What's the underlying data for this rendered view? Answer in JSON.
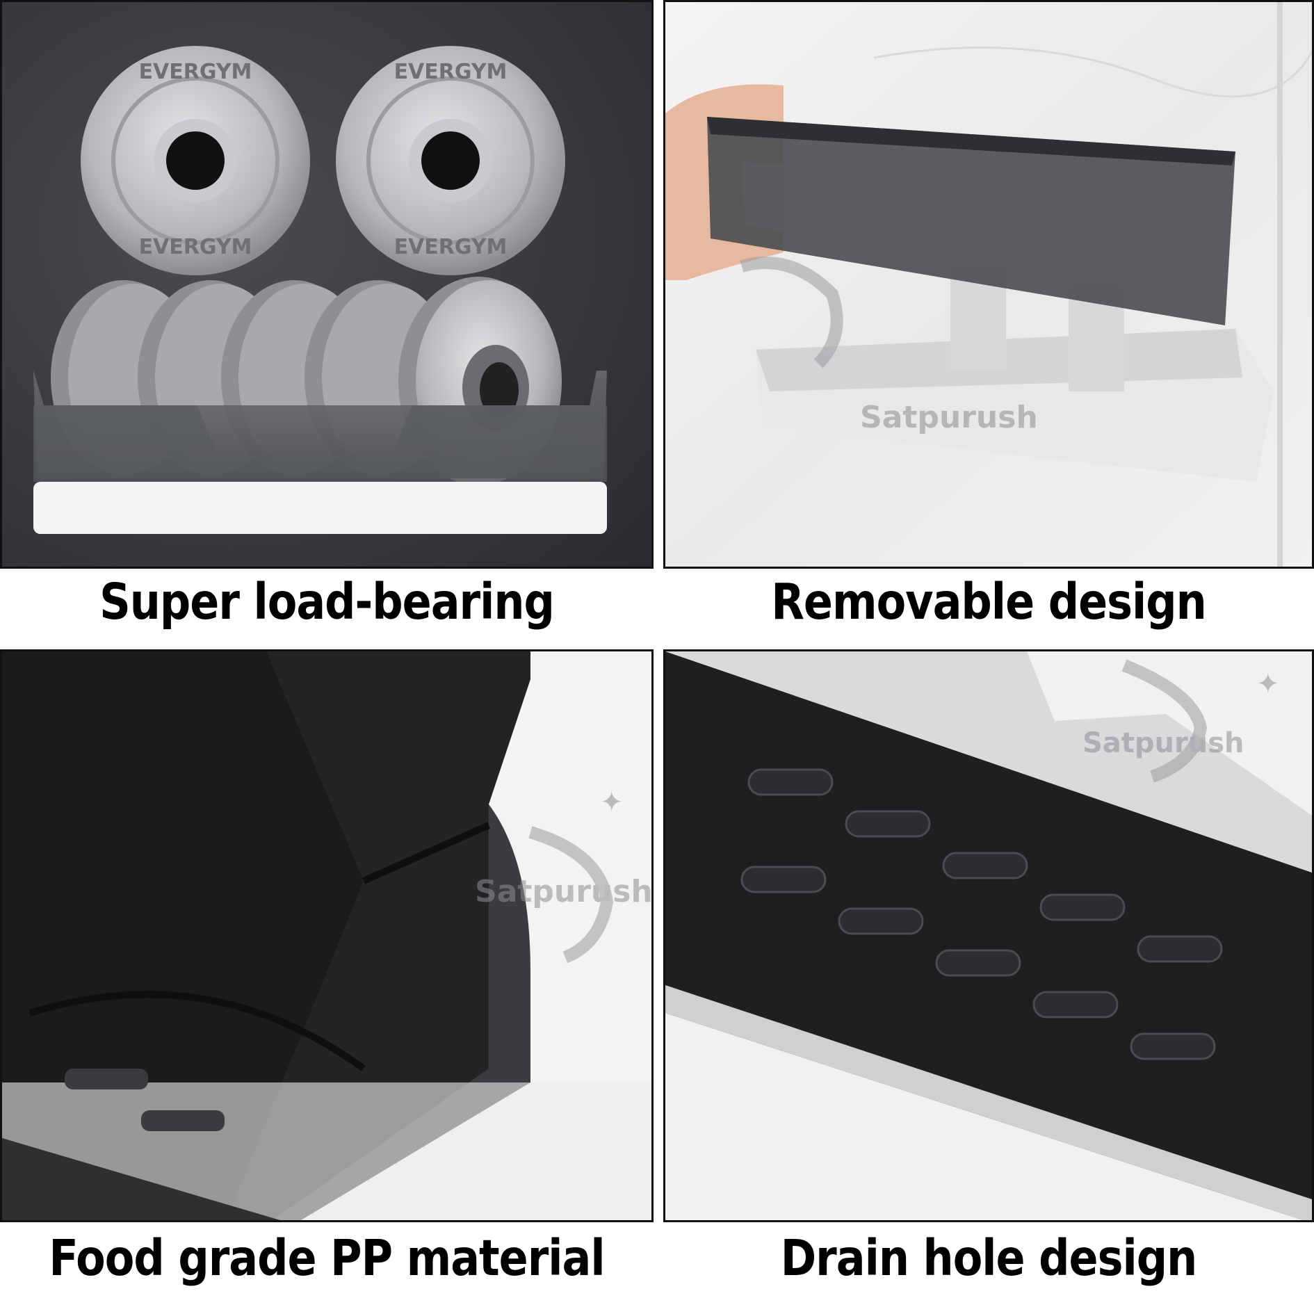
{
  "panels": [
    {
      "caption": "Super load-bearing",
      "plate_text": "EVERGYM"
    },
    {
      "caption": "Removable design"
    },
    {
      "caption": "Food grade PP material"
    },
    {
      "caption": "Drain hole design"
    }
  ],
  "watermark": {
    "text": "Satpurush"
  },
  "colors": {
    "dark_panel": "#3a3b3e",
    "tray_smoke": "#4a4c50",
    "tray_white": "#f4f4f4",
    "plate_silver": "#b9bbbe",
    "caption_text": "#000000"
  }
}
